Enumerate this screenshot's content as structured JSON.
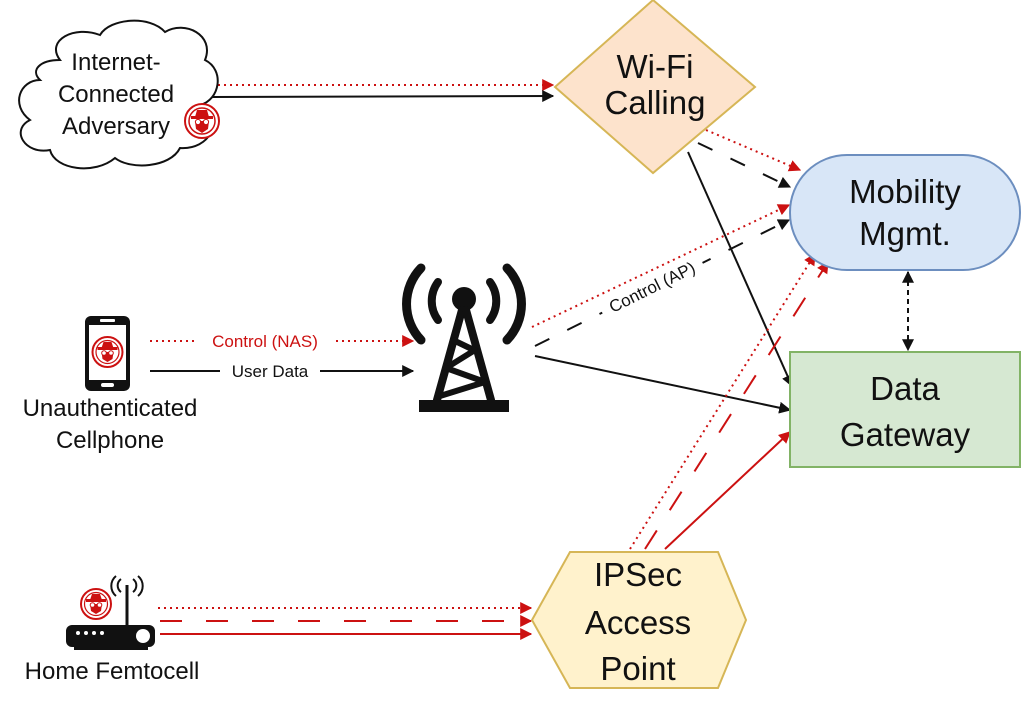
{
  "colors": {
    "red": "#cc1111",
    "black": "#111111",
    "wifi_fill": "#fde3cc",
    "wifi_stroke": "#d6b656",
    "mobility_fill": "#d8e6f7",
    "mobility_stroke": "#6c8ebf",
    "gateway_fill": "#d6e8d2",
    "gateway_stroke": "#82b366",
    "ipsec_fill": "#fff2cc",
    "ipsec_stroke": "#d6b656"
  },
  "nodes": {
    "adversary": {
      "lines": [
        "Internet-",
        "Connected",
        "Adversary"
      ],
      "shape": "cloud",
      "icon": "spy-icon"
    },
    "wifi": {
      "lines": [
        "Wi-Fi",
        "Calling"
      ],
      "shape": "diamond"
    },
    "mobility": {
      "lines": [
        "Mobility",
        "Mgmt."
      ],
      "shape": "rounded-pill"
    },
    "gateway": {
      "lines": [
        "Data",
        "Gateway"
      ],
      "shape": "rectangle"
    },
    "ipsec": {
      "lines": [
        "IPSec",
        "Access",
        "Point"
      ],
      "shape": "hexagon"
    },
    "cellphone": {
      "lines": [
        "Unauthenticated",
        "Cellphone"
      ],
      "icon": "cellphone-icon"
    },
    "tower": {
      "icon": "cell-tower-icon"
    },
    "femtocell": {
      "lines": [
        "Home Femtocell"
      ],
      "icon": "router-icon"
    }
  },
  "edge_labels": {
    "control_nas": "Control (NAS)",
    "user_data": "User Data",
    "control_ap": "Control (AP)"
  },
  "edges": [
    {
      "from": "adversary",
      "to": "wifi",
      "style": "dotted",
      "color": "red"
    },
    {
      "from": "adversary",
      "to": "wifi",
      "style": "solid",
      "color": "black"
    },
    {
      "from": "wifi",
      "to": "mobility",
      "style": "dotted",
      "color": "red"
    },
    {
      "from": "wifi",
      "to": "mobility",
      "style": "dashed",
      "color": "black"
    },
    {
      "from": "wifi",
      "to": "gateway",
      "style": "solid",
      "color": "black"
    },
    {
      "from": "cellphone",
      "to": "tower",
      "style": "dotted",
      "color": "red",
      "label": "Control (NAS)"
    },
    {
      "from": "cellphone",
      "to": "tower",
      "style": "solid",
      "color": "black",
      "label": "User Data"
    },
    {
      "from": "tower",
      "to": "mobility",
      "style": "dotted",
      "color": "red"
    },
    {
      "from": "tower",
      "to": "mobility",
      "style": "dashed",
      "color": "black",
      "label": "Control (AP)"
    },
    {
      "from": "tower",
      "to": "gateway",
      "style": "solid",
      "color": "black"
    },
    {
      "from": "mobility",
      "to": "gateway",
      "style": "dashed",
      "color": "black",
      "bidirectional": true
    },
    {
      "from": "femtocell",
      "to": "ipsec",
      "style": "dotted",
      "color": "red"
    },
    {
      "from": "femtocell",
      "to": "ipsec",
      "style": "dashed",
      "color": "red"
    },
    {
      "from": "femtocell",
      "to": "ipsec",
      "style": "solid",
      "color": "red"
    },
    {
      "from": "ipsec",
      "to": "mobility",
      "style": "dotted",
      "color": "red"
    },
    {
      "from": "ipsec",
      "to": "mobility",
      "style": "dashed",
      "color": "red"
    },
    {
      "from": "ipsec",
      "to": "gateway",
      "style": "solid",
      "color": "red"
    }
  ]
}
